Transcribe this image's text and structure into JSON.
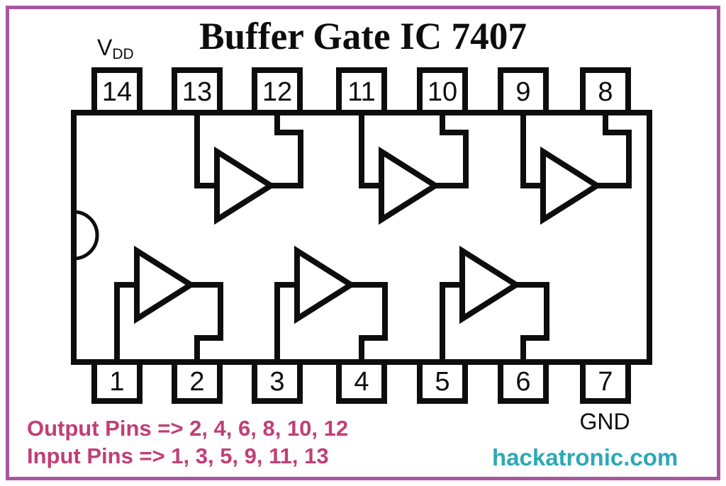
{
  "title": "Buffer Gate IC 7407",
  "power_labels": {
    "vdd_main": "V",
    "vdd_sub": "DD",
    "gnd": "GND"
  },
  "pins": {
    "top": [
      "14",
      "13",
      "12",
      "11",
      "10",
      "9",
      "8"
    ],
    "bottom": [
      "1",
      "2",
      "3",
      "4",
      "5",
      "6",
      "7"
    ]
  },
  "notes": {
    "output_pins": "Output Pins => 2, 4, 6, 8, 10, 12",
    "input_pins": "Input Pins => 1, 3, 5, 9, 11, 13"
  },
  "watermark": "hackatronic.com",
  "symbols": {
    "gate": "buffer-gate-triangle-right",
    "notch": "half-circle-left-edge"
  },
  "gate_count": 6,
  "colors": {
    "line": "#0d0d0d",
    "border_purple": "#a6589e",
    "note_pink": "#c23e76",
    "watermark_teal": "#2ca9b7",
    "background": "#ffffff"
  }
}
